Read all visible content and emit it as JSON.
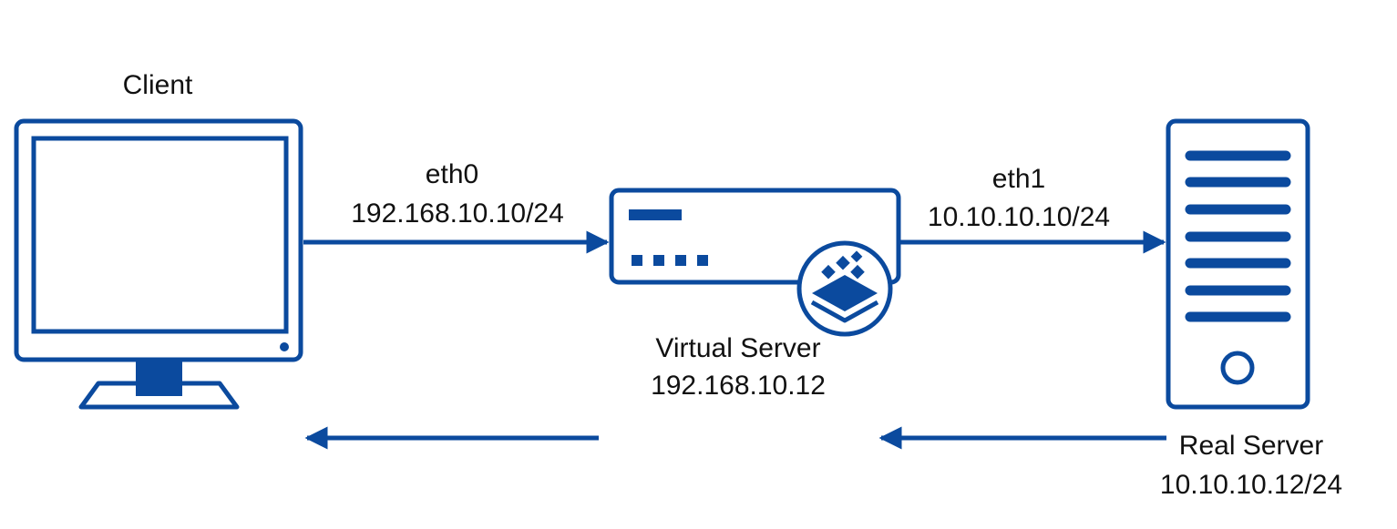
{
  "colors": {
    "primary": "#0b4a9e",
    "text": "#111111",
    "background": "#ffffff"
  },
  "nodes": {
    "client": {
      "label": "Client",
      "icon": "desktop-monitor-icon"
    },
    "virtual_server": {
      "label": "Virtual Server",
      "ip": "192.168.10.12",
      "icon": "load-balancer-appliance-icon",
      "badge_icon": "stacked-layers-icon"
    },
    "real_server": {
      "label": "Real Server",
      "ip": "10.10.10.12/24",
      "icon": "tower-server-icon"
    }
  },
  "interfaces": {
    "eth0": {
      "name": "eth0",
      "ip": "192.168.10.10/24"
    },
    "eth1": {
      "name": "eth1",
      "ip": "10.10.10.10/24"
    }
  },
  "flows": [
    {
      "from": "client",
      "to": "virtual_server",
      "direction": "right"
    },
    {
      "from": "virtual_server",
      "to": "real_server",
      "direction": "right"
    },
    {
      "from": "real_server",
      "to": "virtual_server",
      "direction": "left"
    },
    {
      "from": "virtual_server",
      "to": "client",
      "direction": "left"
    }
  ]
}
